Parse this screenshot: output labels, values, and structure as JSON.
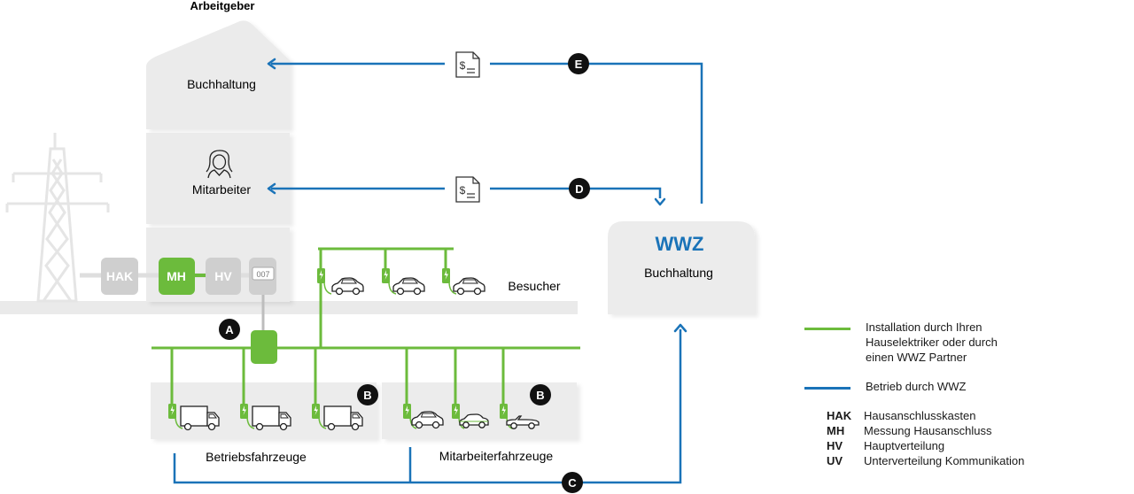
{
  "building": {
    "title": "Arbeitgeber",
    "floor_accounting": "Buchhaltung",
    "floor_staff": "Mitarbeiter"
  },
  "meters": {
    "hak": "HAK",
    "mh": "MH",
    "hv": "HV",
    "uv_display": "007"
  },
  "groups": {
    "visitors": "Besucher",
    "fleet": "Betriebsfahrzeuge",
    "employee_vehicles": "Mitarbeiterfahrzeuge"
  },
  "wwz": {
    "logo": "WWZ",
    "accounting": "Buchhaltung"
  },
  "markers": {
    "a": "A",
    "b1": "B",
    "b2": "B",
    "c": "C",
    "d": "D",
    "e": "E"
  },
  "invoice_symbol": "$",
  "legend": {
    "green_label": "Installation durch Ihren\nHauselektriker oder durch\neinen WWZ Partner",
    "blue_label": "Betrieb durch WWZ",
    "green_color": "#6cbb3c",
    "blue_color": "#1a73b8"
  },
  "abbreviations": [
    {
      "key": "HAK",
      "value": "Hausanschlusskasten"
    },
    {
      "key": "MH",
      "value": "Messung Hausanschluss"
    },
    {
      "key": "HV",
      "value": "Hauptverteilung"
    },
    {
      "key": "UV",
      "value": "Unterverteilung Kommunikation"
    }
  ]
}
